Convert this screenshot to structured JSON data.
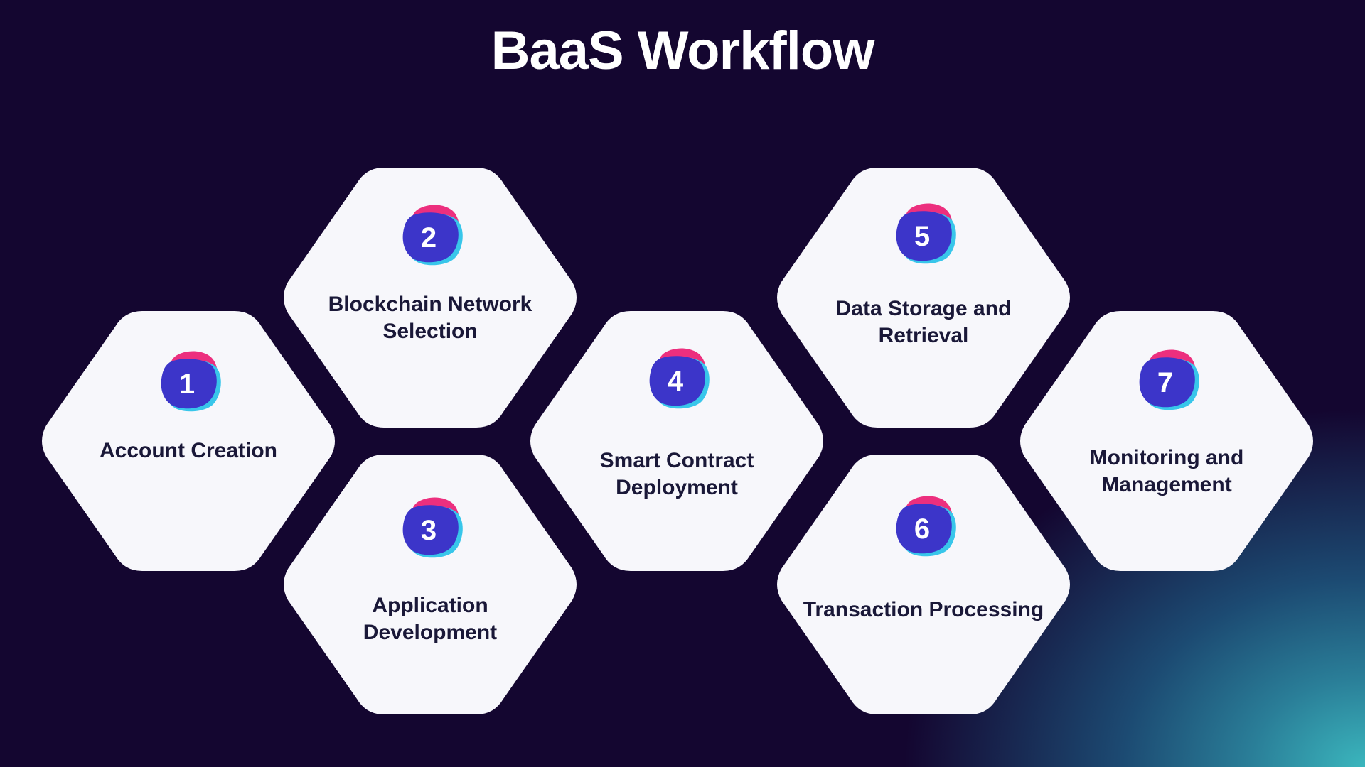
{
  "title": "BaaS Workflow",
  "colors": {
    "background": "#140630",
    "hexagon_fill": "#f7f7fb",
    "badge_blue": "#3c35c9",
    "badge_pink": "#ec2f7e",
    "badge_cyan": "#38c6ea",
    "label_text": "#1a1838",
    "title_text": "#ffffff"
  },
  "steps": [
    {
      "number": "1",
      "label": "Account Creation"
    },
    {
      "number": "2",
      "label": "Blockchain Network Selection"
    },
    {
      "number": "3",
      "label": "Application Development"
    },
    {
      "number": "4",
      "label": "Smart Contract Deployment"
    },
    {
      "number": "5",
      "label": "Data Storage and Retrieval"
    },
    {
      "number": "6",
      "label": "Transaction Processing"
    },
    {
      "number": "7",
      "label": "Monitoring and Management"
    }
  ]
}
